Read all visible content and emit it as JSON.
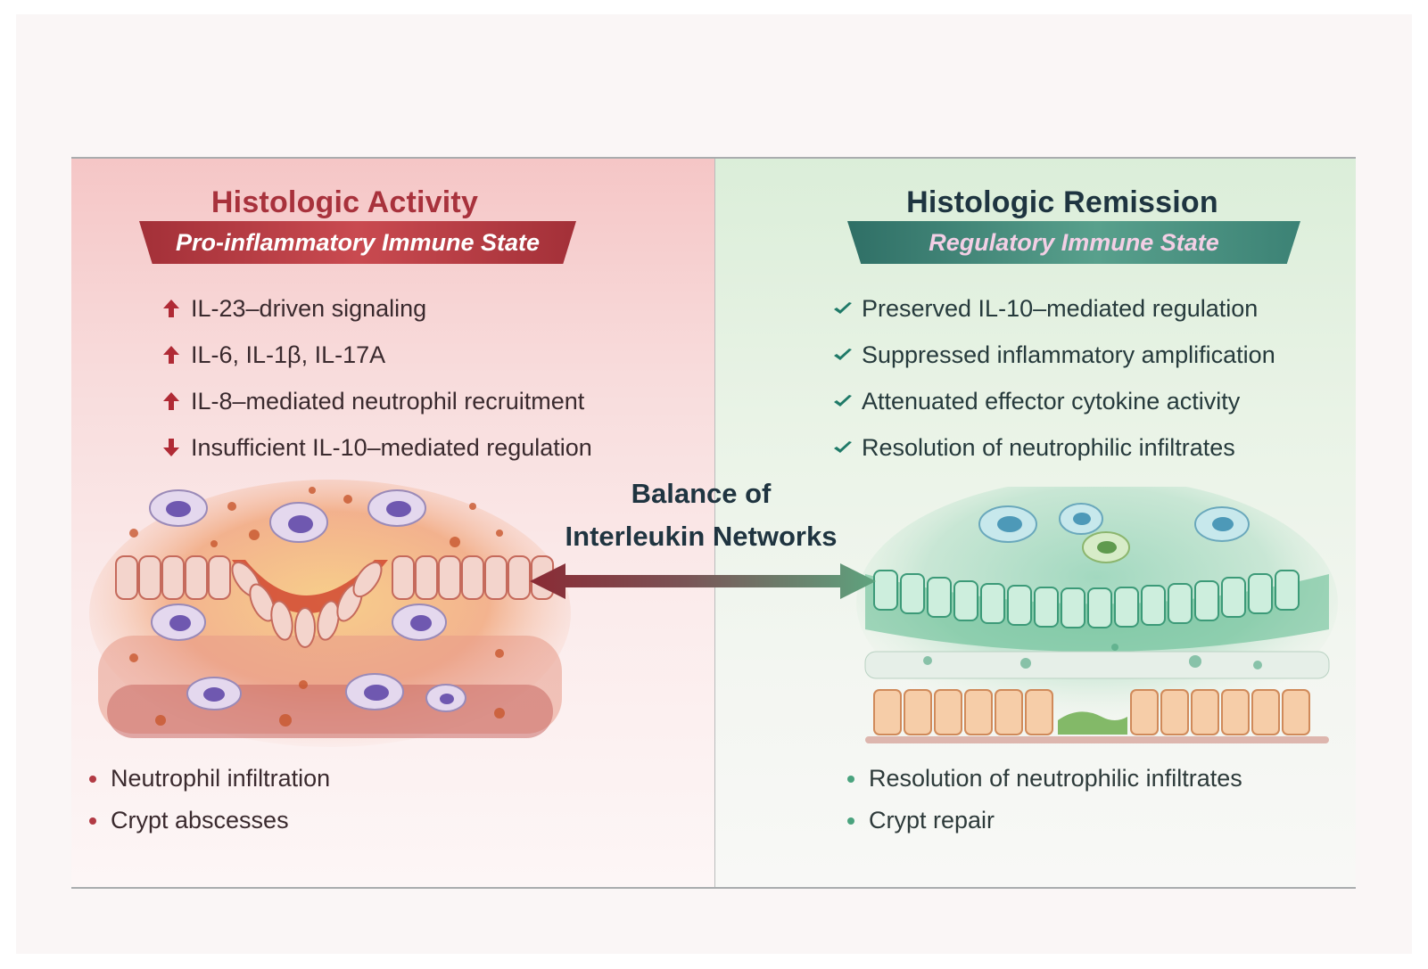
{
  "left": {
    "title": "Histologic Activity",
    "subtitle": "Pro-inflammatory Immune State",
    "items": [
      {
        "icon": "up-arrow-icon",
        "text": "IL-23–driven signaling"
      },
      {
        "icon": "up-arrow-icon",
        "text": "IL-6, IL-1β, IL-17A"
      },
      {
        "icon": "up-arrow-icon",
        "text": "IL-8–mediated neutrophil recruitment"
      },
      {
        "icon": "down-arrow-icon",
        "text": "Insufficient IL-10–mediated regulation"
      }
    ],
    "findings": [
      "Neutrophil infiltration",
      "Crypt abscesses"
    ],
    "accent": "#a8323c"
  },
  "right": {
    "title": "Histologic Remission",
    "subtitle": "Regulatory Immune State",
    "items": [
      {
        "icon": "check-icon",
        "text": "Preserved IL-10–mediated regulation"
      },
      {
        "icon": "check-icon",
        "text": "Suppressed inflammatory amplification"
      },
      {
        "icon": "check-icon",
        "text": "Attenuated effector cytokine activity"
      },
      {
        "icon": "check-icon",
        "text": "Resolution of neutrophilic infiltrates"
      }
    ],
    "findings": [
      "Resolution of neutrophilic infiltrates",
      "Crypt repair"
    ],
    "accent": "#2f7a6a"
  },
  "center": {
    "label_line1": "Balance of",
    "label_line2": "Interleukin Networks"
  }
}
